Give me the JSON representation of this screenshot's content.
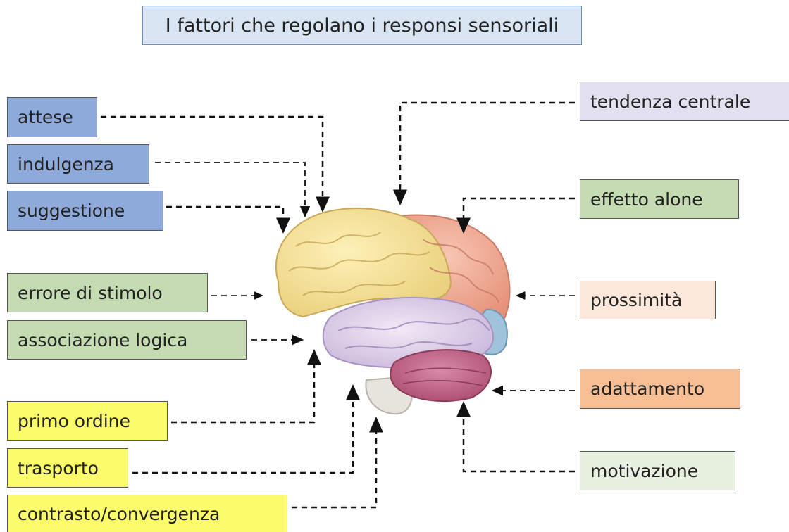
{
  "title": "I fattori che regolano i responsi sensoriali",
  "colors": {
    "blue": "#8eaadb",
    "green": "#c5dcb2",
    "yellow": "#fbfb6b",
    "lilac": "#e3e0ef",
    "peach": "#fde9dc",
    "orange": "#f8bf94",
    "pale_green": "#e8f0e0"
  },
  "factors": {
    "attese": "attese",
    "indulgenza": "indulgenza",
    "suggestione": "suggestione",
    "errore_di_stimolo": "errore di stimolo",
    "associazione_logica": "associazione logica",
    "primo_ordine": "primo ordine",
    "trasporto": "trasporto",
    "contrasto_convergenza": "contrasto/convergenza",
    "tendenza_centrale": "tendenza centrale",
    "effetto_alone": "effetto alone",
    "prossimita": "prossimità",
    "adattamento": "adattamento",
    "motivazione": "motivazione"
  }
}
